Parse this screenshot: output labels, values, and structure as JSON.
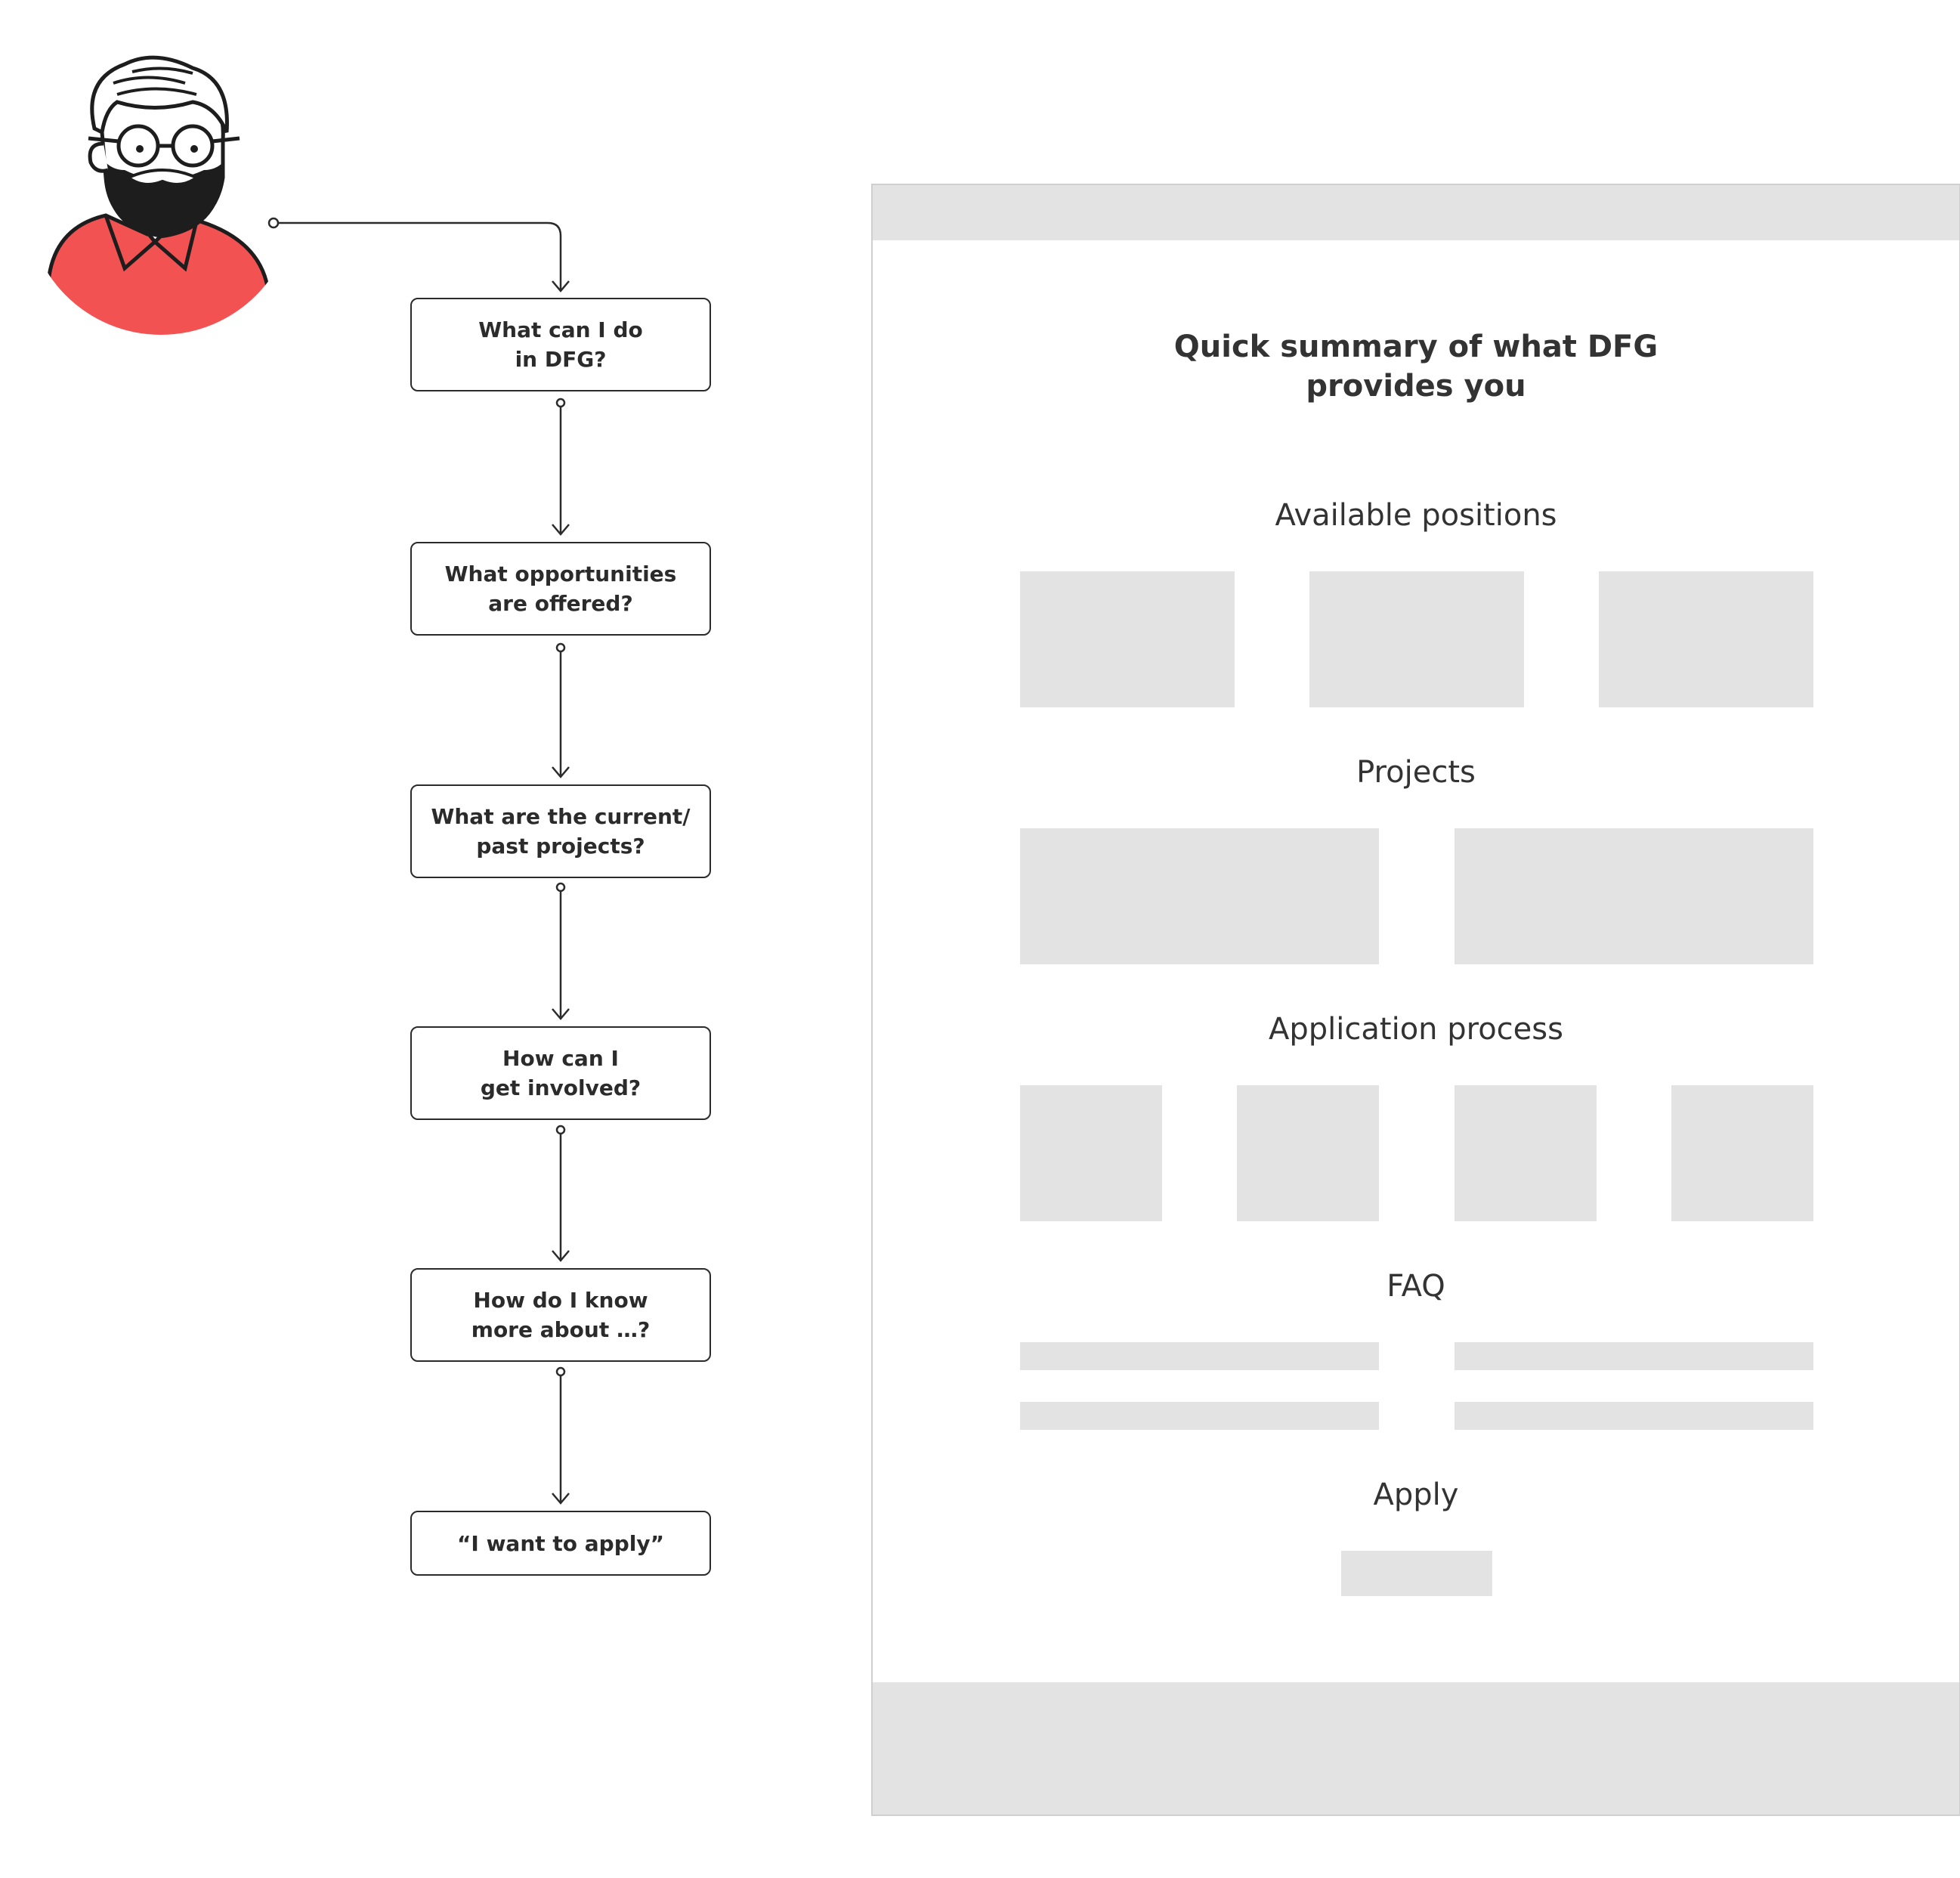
{
  "flow": {
    "steps": [
      "What can I do\nin DFG?",
      "What opportunities\nare offered?",
      "What are the current/\npast projects?",
      "How can I\nget involved?",
      "How do I know\nmore about …?",
      "“I want to apply”"
    ]
  },
  "wireframe": {
    "title": "Quick summary of what DFG\nprovides you",
    "sections": {
      "positions": "Available positions",
      "projects": "Projects",
      "application": "Application process",
      "faq": "FAQ",
      "apply": "Apply"
    }
  },
  "colors": {
    "avatar_shirt": "#f35252",
    "placeholder": "#e3e3e3",
    "line": "#2b2b2b"
  }
}
